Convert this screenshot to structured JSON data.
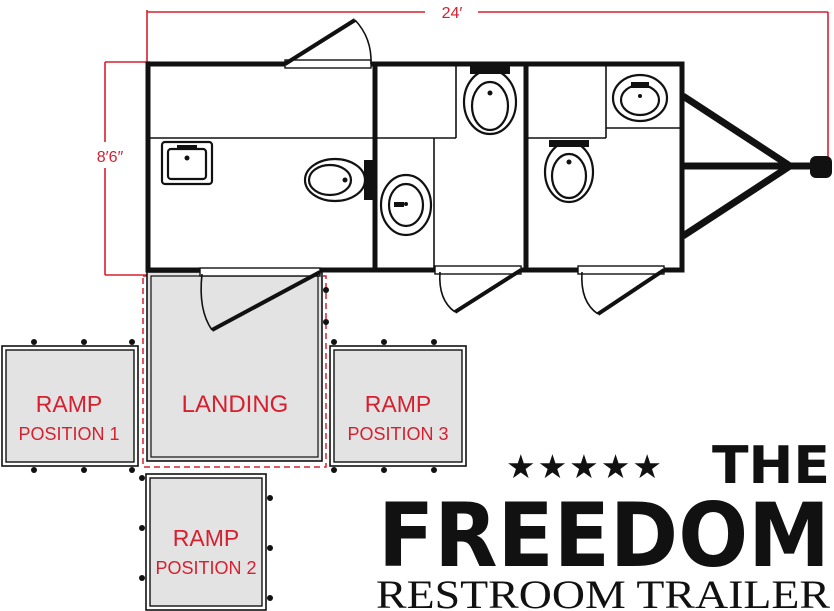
{
  "dimensions": {
    "length": "24′",
    "width": "8′6″"
  },
  "areas": {
    "landing": "LANDING",
    "ramp_position_1": [
      "RAMP",
      "POSITION 1"
    ],
    "ramp_position_2": [
      "RAMP",
      "POSITION 2"
    ],
    "ramp_position_3": [
      "RAMP",
      "POSITION 3"
    ]
  },
  "brand": {
    "stars": "★★★★★",
    "the": "THE",
    "name": "FREEDOM",
    "subtitle": "RESTROOM TRAILER"
  },
  "colors": {
    "label_red": "#d6202f",
    "wall": "#111111",
    "pad_fill": "#e3e3e3"
  }
}
